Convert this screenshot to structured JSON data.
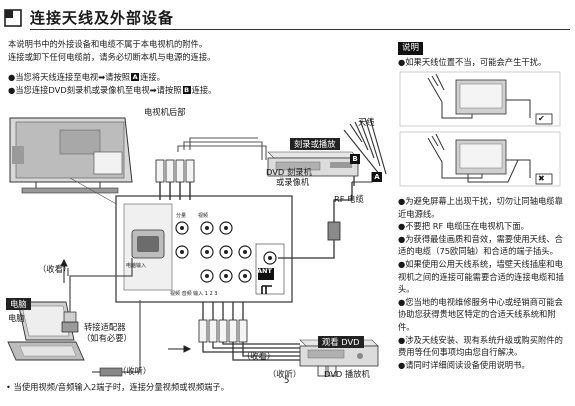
{
  "title": "连接天线及外部设备",
  "intro": [
    "本说明书中的外接设备和电缆不属于本电视机的附件。",
    "连接或卸下任何电缆前，请务必切断本机与电源的连接。"
  ],
  "connect_lines": [
    {
      "prefix": "●当您将天线连接至电视",
      "suffix": "请按照",
      "letter": "A",
      "tail": "连接。"
    },
    {
      "prefix": "●当您连接DVD刻录机或录像机至电视",
      "suffix": "请按照",
      "letter": "B",
      "tail": "连接。"
    }
  ],
  "labels": {
    "tv_rear": "电视机后部",
    "antenna": "天线",
    "recorder_tag": "刻录或播放",
    "dvd_recorder": "DVD 刻录机",
    "or_vcr": "或录像机",
    "rf_cable": "RF 电缆",
    "watch_left": "（收看）",
    "pc_tag": "电脑",
    "pc": "电脑",
    "adapter": "转接适配器",
    "adapter_note": "（如有必要）",
    "listen_left": "（收听）",
    "watch_right": "（收看）",
    "listen_right": "（收听）",
    "dvd_tag": "观看 DVD",
    "dvd_player": "DVD 播放机",
    "ant": "ANT",
    "box_a": "A",
    "box_b": "B"
  },
  "note": {
    "header": "说明",
    "top": "●如果天线位置不当，可能会产生干扰。",
    "ok_mark": "✔",
    "ng_mark": "✖"
  },
  "tips": [
    "●为避免屏幕上出现干扰，切勿让同轴电缆靠近电源线。",
    "●不要把 RF 电缆压在电视机下面。",
    "●为获得最佳画质和音效，需要使用天线、合适的电缆（75欧同轴）和合适的端子插头。",
    "●如果使用公用天线系统，墙壁天线插座和电视机之间的连接可能需要合适的连接电缆和插头。",
    "●您当地的电视维修服务中心或经销商可能会协助您获得贵地区特定的合适天线系统和附件。",
    "●涉及天线安装、现有系统升级或购买附件的费用等任何事项均由您自行解决。",
    "●请同时详细阅读设备使用说明书。"
  ],
  "page_number": "5",
  "footer": "• 当使用视频/音频输入2端子时，连接分量视频或视频端子。",
  "panel_labels": {
    "pc_in": "电脑输入",
    "video_in": "视频",
    "comp": "分量",
    "av_in": "视频 音频 输入 1 2 3"
  }
}
